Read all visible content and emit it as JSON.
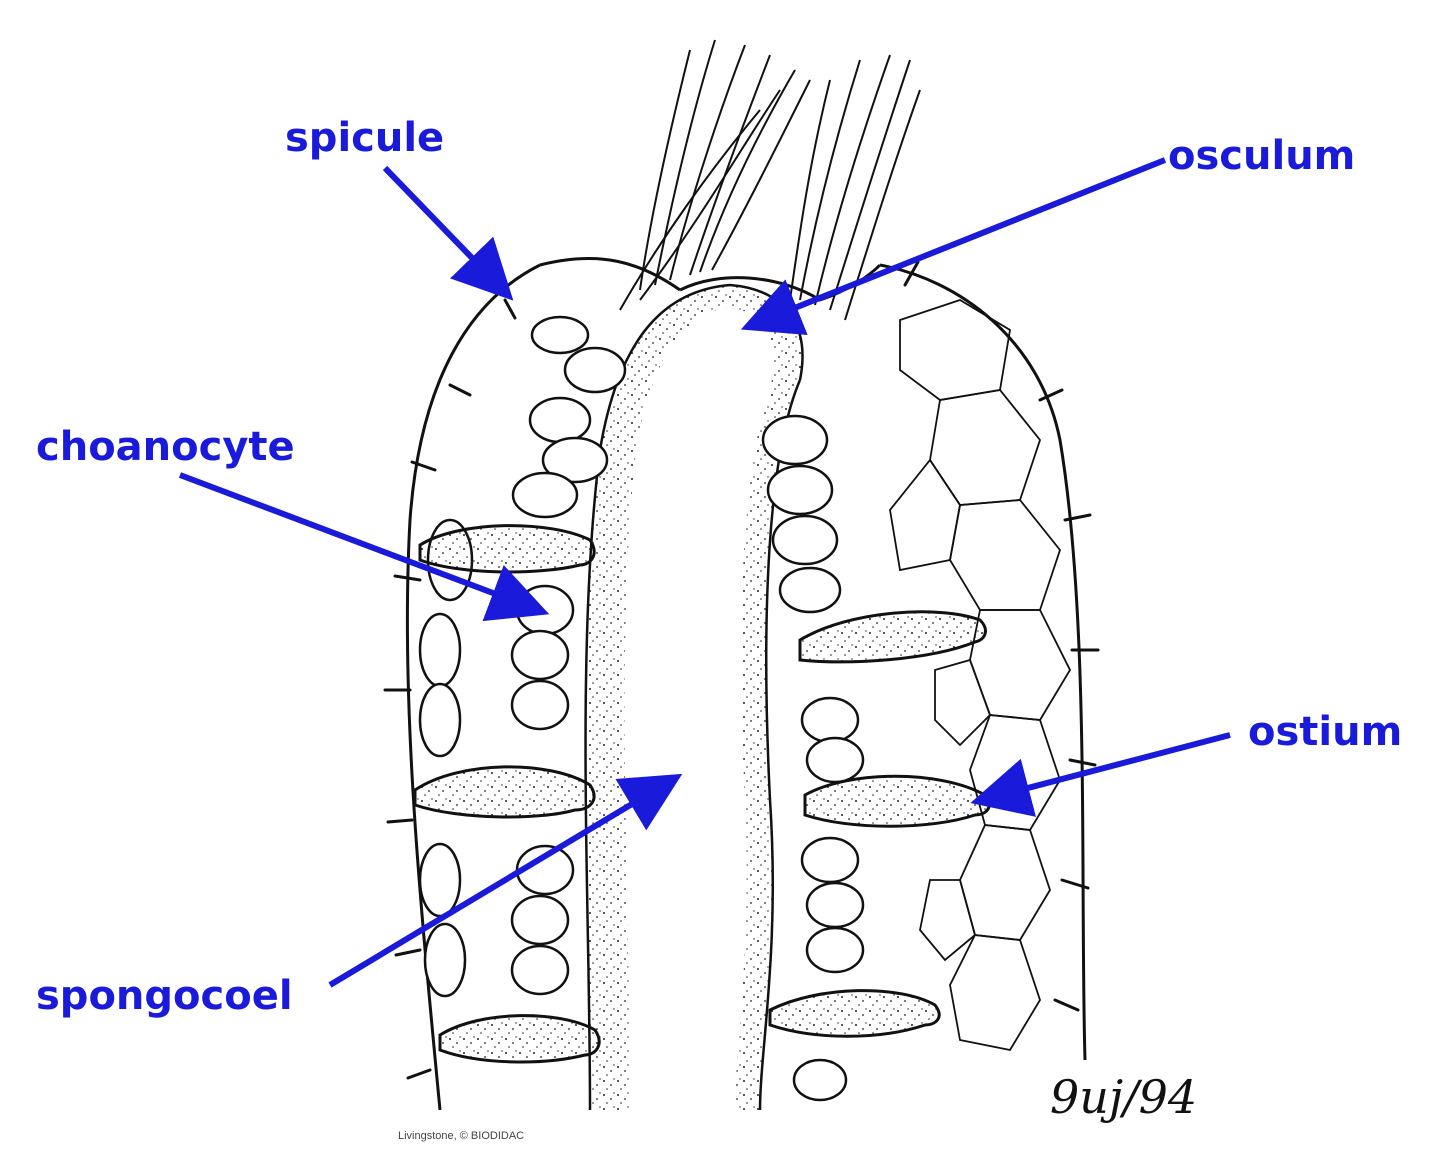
{
  "labels": {
    "spicule": "spicule",
    "osculum": "osculum",
    "choanocyte": "choanocyte",
    "ostium": "ostium",
    "spongocoel": "spongocoel"
  },
  "credit": "Livingstone, © BIODIDAC",
  "signature": "9uj/94",
  "colors": {
    "label": "#1a1adb",
    "ink": "#111111",
    "background": "#ffffff"
  }
}
